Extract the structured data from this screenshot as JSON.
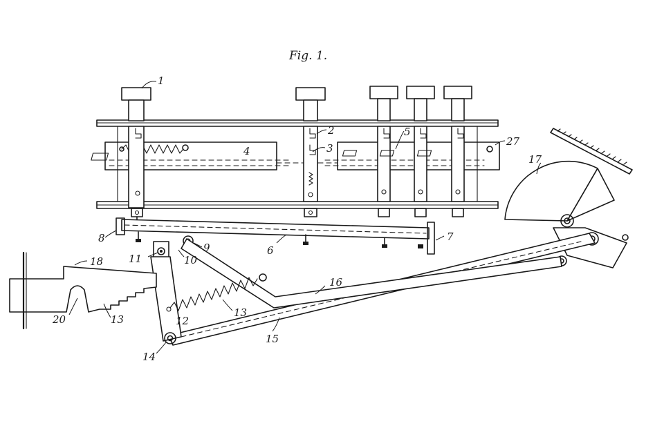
{
  "figure": {
    "title": "Fig. 1."
  },
  "labels": {
    "l1": "1",
    "l2": "2",
    "l3": "3",
    "l4": "4",
    "l5": "5",
    "l6": "6",
    "l7": "7",
    "l8": "8",
    "l9": "9",
    "l10": "10",
    "l11": "11",
    "l12": "12",
    "l13a": "13",
    "l13b": "13",
    "l14": "14",
    "l15": "15",
    "l16": "16",
    "l17": "17",
    "l18": "18",
    "l20": "20",
    "l27": "27"
  }
}
